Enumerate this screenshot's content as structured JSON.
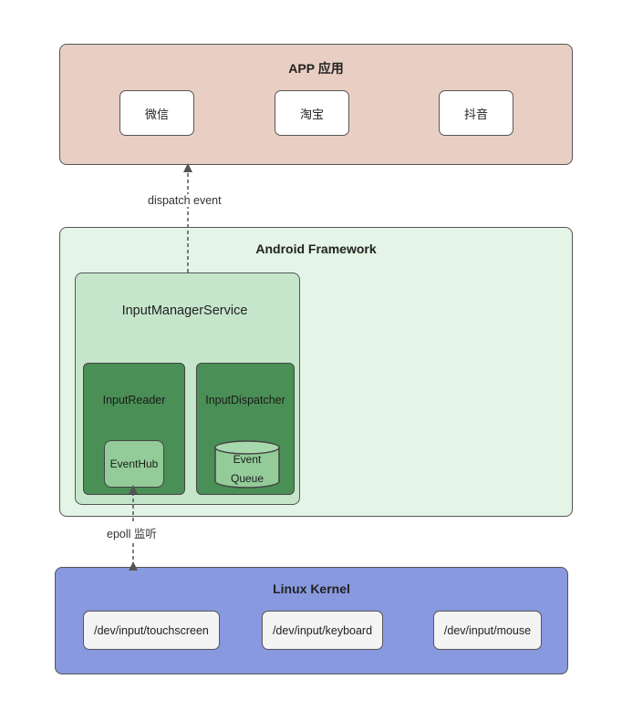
{
  "app_layer": {
    "title": "APP 应用",
    "apps": [
      "微信",
      "淘宝",
      "抖音"
    ]
  },
  "framework_layer": {
    "title": "Android Framework",
    "service": {
      "title": "InputManagerService",
      "reader": {
        "label": "InputReader",
        "eventhub": "EventHub"
      },
      "dispatcher": {
        "label": "InputDispatcher",
        "queue_line1": "Event",
        "queue_line2": "Queue"
      }
    }
  },
  "kernel_layer": {
    "title": "Linux Kernel",
    "devices": [
      "/dev/input/touchscreen",
      "/dev/input/keyboard",
      "/dev/input/mouse"
    ]
  },
  "edges": {
    "dispatch": "dispatch event",
    "epoll": "epoll 监听"
  },
  "colors": {
    "app_bg": "#e9cfc3",
    "framework_bg": "#e4f4e6",
    "service_bg": "#c6e6cc",
    "component_bg": "#4a8f55",
    "eventhub_bg": "#93cc99",
    "kernel_bg": "#8899e0"
  }
}
